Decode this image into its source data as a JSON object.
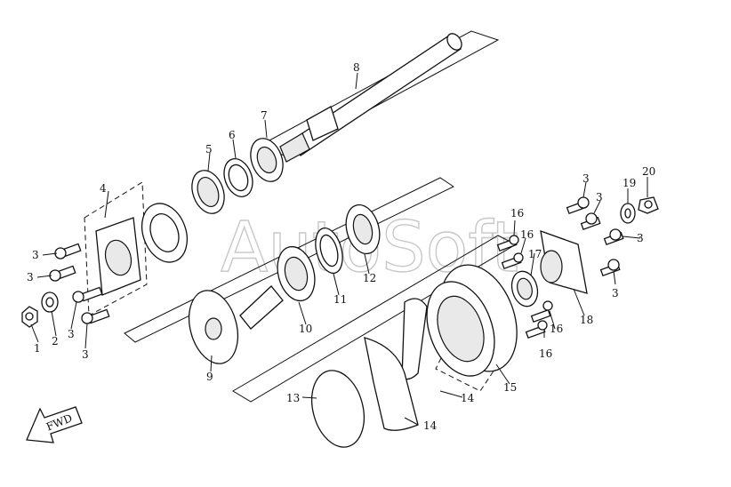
{
  "watermark": "AutoSoft",
  "fwd_label": "FWD",
  "colors": {
    "line": "#111111",
    "watermark": "#c8c8c8",
    "background": "#ffffff"
  },
  "callouts": {
    "c1": "1",
    "c2": "2",
    "c3a": "3",
    "c3b": "3",
    "c3c": "3",
    "c3d": "3",
    "c3e": "3",
    "c3f": "3",
    "c3g": "3",
    "c3h": "3",
    "c4": "4",
    "c5": "5",
    "c6": "6",
    "c7": "7",
    "c8": "8",
    "c9": "9",
    "c10": "10",
    "c11": "11",
    "c12": "12",
    "c13": "13",
    "c14a": "14",
    "c14b": "14",
    "c15": "15",
    "c16a": "16",
    "c16b": "16",
    "c16c": "16",
    "c16d": "16",
    "c17": "17",
    "c18": "18",
    "c19": "19",
    "c20": "20"
  }
}
